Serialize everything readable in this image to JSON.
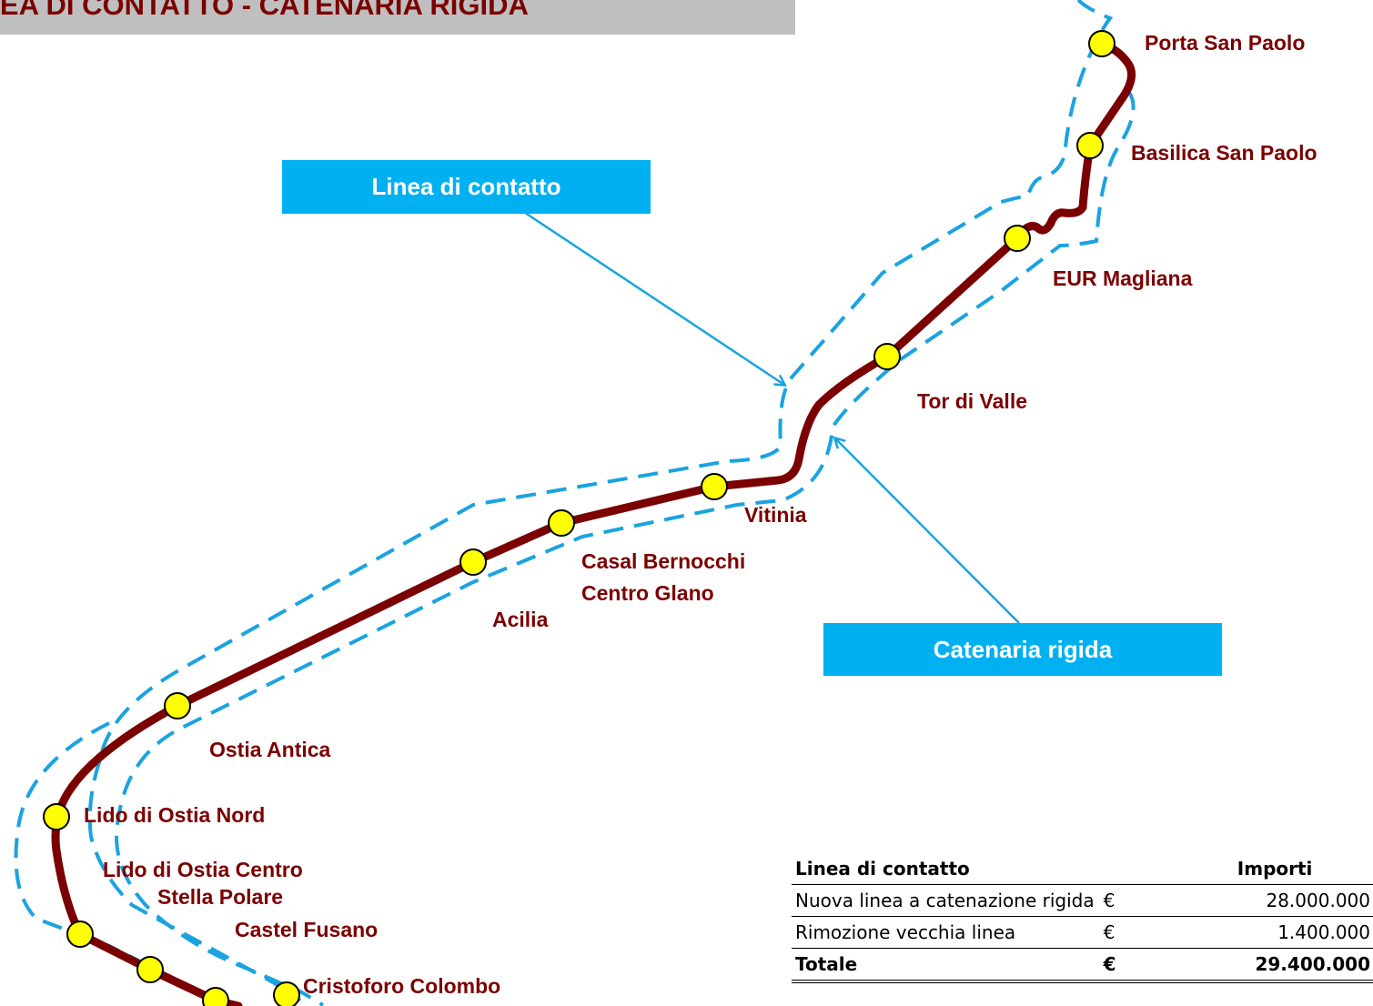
{
  "title": "LINEA DI CONTATTO -  CATENARIA RIGIDA",
  "callouts": {
    "contatto": "Linea di contatto",
    "catenaria": "Catenaria rigida"
  },
  "stations": [
    "Porta San Paolo",
    "Basilica San Paolo",
    "EUR Magliana",
    "Tor di Valle",
    "Vitinia",
    "Casal Bernocchi",
    "Centro Glano",
    "Acilia",
    "Ostia Antica",
    "Lido di Ostia Nord",
    "Lido di Ostia Centro",
    "Stella Polare",
    "Castel Fusano",
    "Cristoforo Colombo"
  ],
  "colors": {
    "line": "#7b0000",
    "station_fill": "#ffff00",
    "dashed_boundary": "#1aa3e0",
    "callout_bg": "#00b0f0",
    "title_bg": "#bfbfbf"
  },
  "table": {
    "header": {
      "label": "Linea di contatto",
      "currency": "",
      "amount": "Importi"
    },
    "rows": [
      {
        "label": "Nuova linea a catenazione rigida",
        "currency": "€",
        "amount": "28.000.000"
      },
      {
        "label": "Rimozione vecchia linea",
        "currency": "€",
        "amount": "1.400.000"
      }
    ],
    "total": {
      "label": "Totale",
      "currency": "€",
      "amount": "29.400.000"
    }
  }
}
